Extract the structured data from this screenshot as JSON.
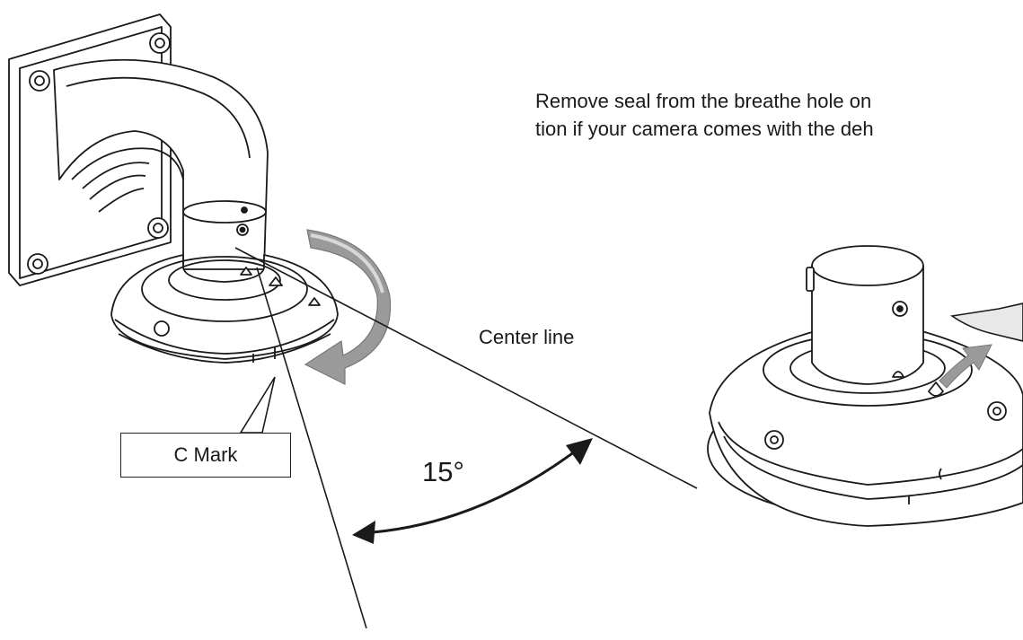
{
  "instruction": {
    "line1": "Remove seal from the breathe hole on",
    "line2": "tion if your camera comes with the deh"
  },
  "labels": {
    "center_line": "Center line",
    "angle": "15°",
    "c_mark": "C Mark"
  },
  "colors": {
    "line": "#1a1a1a",
    "arrow_fill": "#9a9a9a",
    "arrow_light": "#d8d8d8"
  }
}
